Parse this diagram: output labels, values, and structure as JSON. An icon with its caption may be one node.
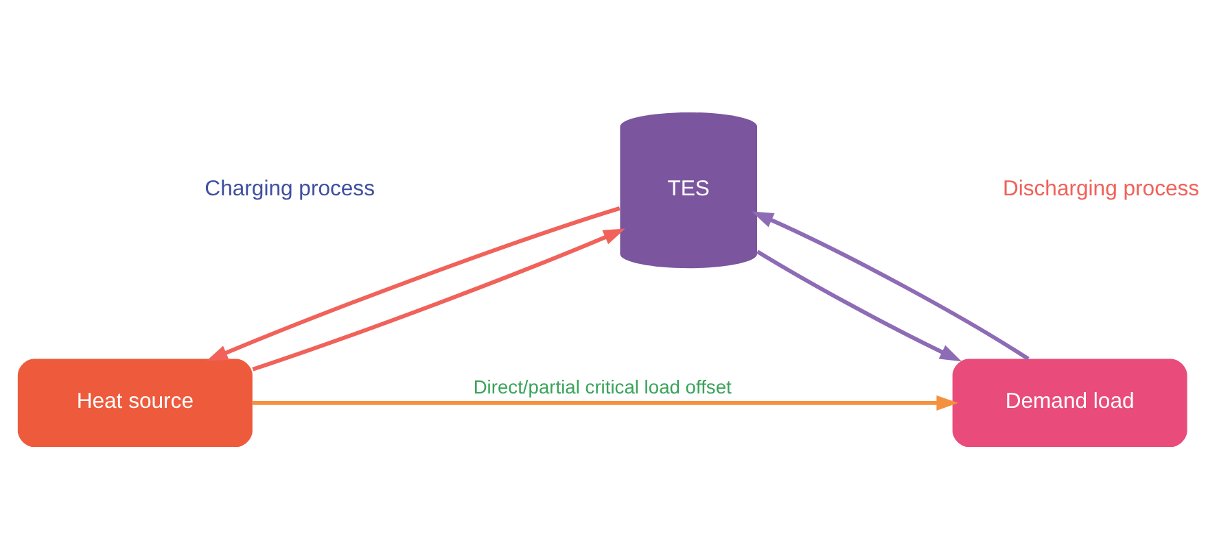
{
  "diagram": {
    "nodes": [
      {
        "text": [
          "TES"
        ]
      },
      {
        "text": [
          "Heat source"
        ]
      },
      {
        "text": [
          "Demand load"
        ]
      }
    ],
    "edges": [
      {
        "from": 1,
        "to": 0,
        "arrow": "to",
        "color": "#f0625a"
      },
      {
        "from": 0,
        "to": 1,
        "arrow": "to",
        "color": "#f0625a"
      },
      {
        "from": 0,
        "to": 2,
        "arrow": "to",
        "color": "#8e6bb5"
      },
      {
        "from": 2,
        "to": 0,
        "arrow": "to",
        "color": "#8e6bb5"
      },
      {
        "from": 1,
        "to": 2,
        "arrow": "to",
        "color": "#f5913e",
        "label": "Direct/partial critical load offset"
      }
    ],
    "labels": [
      "Charging process",
      "Discharging process"
    ]
  }
}
